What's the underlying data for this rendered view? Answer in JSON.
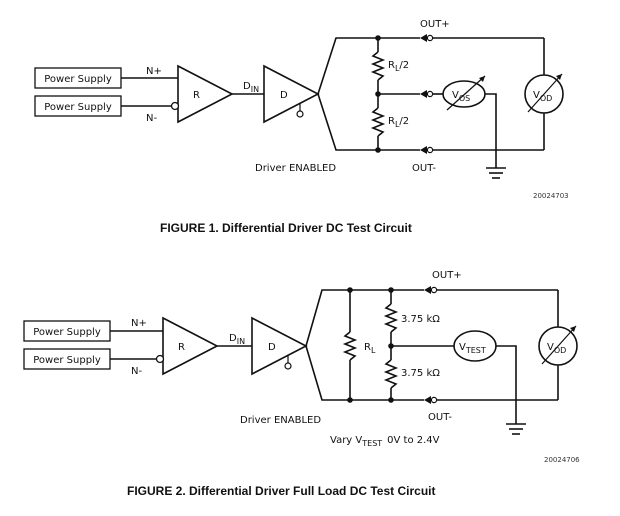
{
  "figure1": {
    "supplies": [
      "Power Supply",
      "Power Supply"
    ],
    "input_pos": "N+",
    "input_neg": "N-",
    "receiver": "R",
    "driver": "D",
    "net_in": "D",
    "net_in_sub": "IN",
    "resistor_top": "R",
    "resistor_top_sub": "L",
    "resistor_top_suffix": "/2",
    "resistor_bot": "R",
    "resistor_bot_sub": "L",
    "resistor_bot_suffix": "/2",
    "meter_os": "V",
    "meter_os_sub": "OS",
    "meter_od": "V",
    "meter_od_sub": "OD",
    "out_pos": "OUT+",
    "out_neg": "OUT-",
    "enabled": "Driver ENABLED",
    "code": "20024703",
    "caption": "FIGURE 1. Differential Driver DC Test Circuit"
  },
  "figure2": {
    "supplies": [
      "Power Supply",
      "Power Supply"
    ],
    "input_pos": "N+",
    "input_neg": "N-",
    "receiver": "R",
    "driver": "D",
    "net_in": "D",
    "net_in_sub": "IN",
    "resistor_load": "R",
    "resistor_load_sub": "L",
    "resistor_top": "3.75 kΩ",
    "resistor_bot": "3.75 kΩ",
    "meter_test": "V",
    "meter_test_sub": "TEST",
    "meter_od": "V",
    "meter_od_sub": "OD",
    "out_pos": "OUT+",
    "out_neg": "OUT-",
    "enabled": "Driver ENABLED",
    "vary_prefix": "Vary V",
    "vary_sub": "TEST",
    "vary_suffix": "0V to 2.4V",
    "code": "20024706",
    "caption": "FIGURE 2. Differential Driver Full Load DC Test Circuit"
  }
}
